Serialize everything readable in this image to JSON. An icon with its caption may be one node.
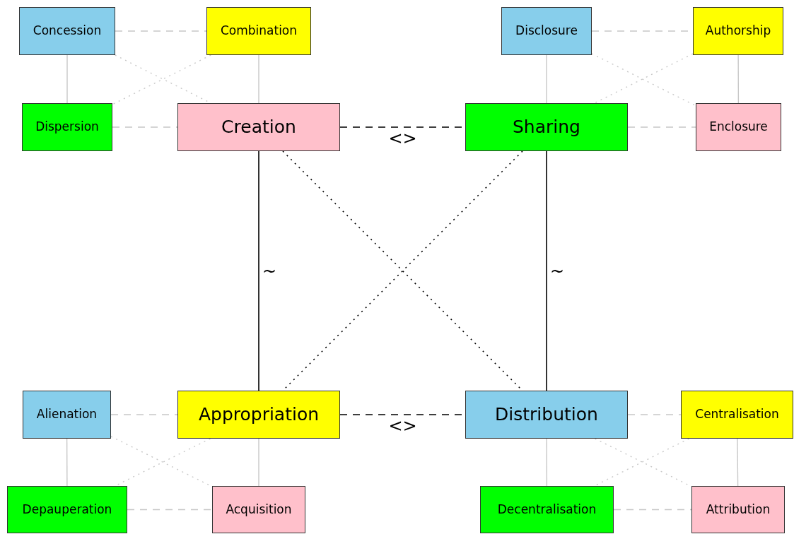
{
  "diagram": {
    "nodes": [
      {
        "text": [
          "Concession"
        ]
      },
      {
        "text": [
          "Combination"
        ]
      },
      {
        "text": [
          "Disclosure"
        ]
      },
      {
        "text": [
          "Authorship"
        ]
      },
      {
        "text": [
          "Dispersion"
        ]
      },
      {
        "text": [
          "Creation"
        ]
      },
      {
        "text": [
          "Sharing"
        ]
      },
      {
        "text": [
          "Enclosure"
        ]
      },
      {
        "text": [
          "Alienation"
        ]
      },
      {
        "text": [
          "Appropriation"
        ]
      },
      {
        "text": [
          "Distribution"
        ]
      },
      {
        "text": [
          "Centralisation"
        ]
      },
      {
        "text": [
          "Depauperation"
        ]
      },
      {
        "text": [
          "Acquisition"
        ]
      },
      {
        "text": [
          "Decentralisation"
        ]
      },
      {
        "text": [
          "Attribution"
        ]
      }
    ],
    "edges": [
      {
        "from": 0,
        "to": 1,
        "arrow": "none",
        "style": "dashed"
      },
      {
        "from": 0,
        "to": 4,
        "arrow": "none"
      },
      {
        "from": 1,
        "to": 5,
        "arrow": "none"
      },
      {
        "from": 4,
        "to": 5,
        "arrow": "none",
        "style": "dashed"
      },
      {
        "from": 0,
        "to": 5,
        "arrow": "none",
        "style": "dashed"
      },
      {
        "from": 1,
        "to": 4,
        "arrow": "none",
        "style": "dashed"
      },
      {
        "from": 2,
        "to": 3,
        "arrow": "none",
        "style": "dashed"
      },
      {
        "from": 2,
        "to": 6,
        "arrow": "none"
      },
      {
        "from": 3,
        "to": 7,
        "arrow": "none"
      },
      {
        "from": 6,
        "to": 7,
        "arrow": "none",
        "style": "dashed"
      },
      {
        "from": 2,
        "to": 7,
        "arrow": "none",
        "style": "dashed"
      },
      {
        "from": 3,
        "to": 6,
        "arrow": "none",
        "style": "dashed"
      },
      {
        "from": 8,
        "to": 9,
        "arrow": "none",
        "style": "dashed"
      },
      {
        "from": 8,
        "to": 12,
        "arrow": "none"
      },
      {
        "from": 9,
        "to": 13,
        "arrow": "none"
      },
      {
        "from": 12,
        "to": 13,
        "arrow": "none",
        "style": "dashed"
      },
      {
        "from": 8,
        "to": 13,
        "arrow": "none",
        "style": "dashed"
      },
      {
        "from": 9,
        "to": 12,
        "arrow": "none",
        "style": "dashed"
      },
      {
        "from": 10,
        "to": 11,
        "arrow": "none",
        "style": "dashed"
      },
      {
        "from": 10,
        "to": 14,
        "arrow": "none"
      },
      {
        "from": 11,
        "to": 15,
        "arrow": "none"
      },
      {
        "from": 14,
        "to": 15,
        "arrow": "none",
        "style": "dashed"
      },
      {
        "from": 10,
        "to": 15,
        "arrow": "none",
        "style": "dashed"
      },
      {
        "from": 11,
        "to": 14,
        "arrow": "none",
        "style": "dashed"
      },
      {
        "from": 5,
        "to": 6,
        "arrow": "none",
        "style": "dashed",
        "color": "#000000",
        "label": "<>"
      },
      {
        "from": 9,
        "to": 10,
        "arrow": "none",
        "style": "dashed",
        "color": "#000000",
        "label": "<>"
      },
      {
        "from": 5,
        "to": 9,
        "arrow": "none",
        "color": "#000000",
        "label": "~"
      },
      {
        "from": 6,
        "to": 10,
        "arrow": "none",
        "color": "#000000",
        "label": "~"
      },
      {
        "from": 5,
        "to": 10,
        "arrow": "none",
        "style": "dashed",
        "color": "#000000"
      },
      {
        "from": 6,
        "to": 9,
        "arrow": "none",
        "style": "dashed",
        "color": "#000000"
      }
    ]
  }
}
